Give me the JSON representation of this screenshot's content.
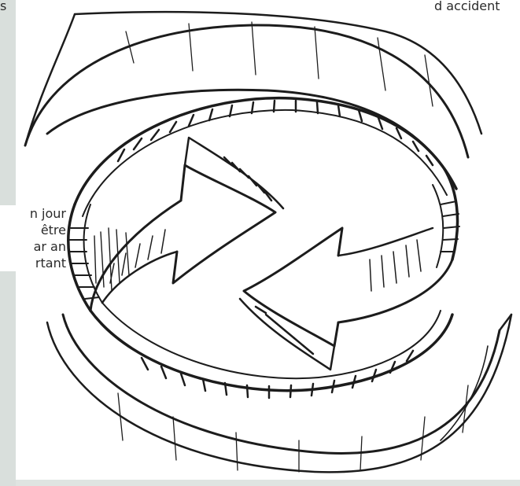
{
  "text_fragments": {
    "top_left": "s",
    "top_right": "d accident",
    "paragraph_lines": [
      "n jour",
      "être",
      "ar an",
      "rtant"
    ]
  },
  "illustration": {
    "icon": "circular-arrows-sketch-icon"
  },
  "colors": {
    "background": "#dfe4e1",
    "panel": "#ffffff",
    "ink": "#1c1c1c",
    "text": "#2a2a2a"
  }
}
